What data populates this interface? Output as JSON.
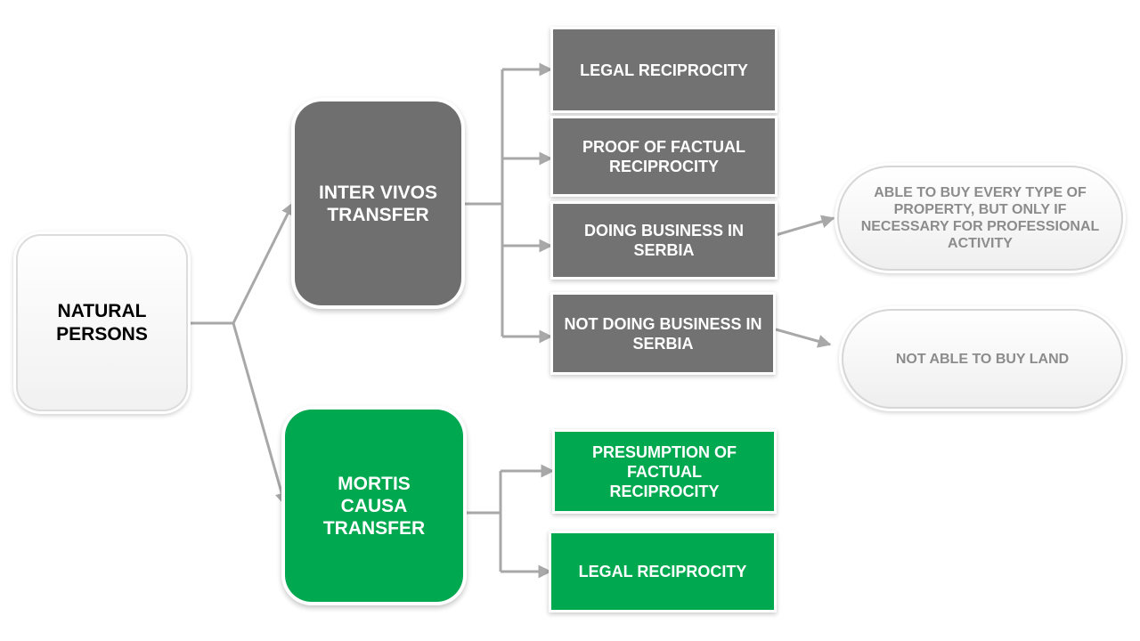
{
  "diagram": {
    "root": {
      "label": "NATURAL PERSONS"
    },
    "inter_vivos": {
      "label": "INTER VIVOS TRANSFER",
      "options": [
        "LEGAL RECIPROCITY",
        "PROOF OF FACTUAL RECIPROCITY",
        "DOING BUSINESS IN SERBIA",
        "NOT DOING BUSINESS IN SERBIA"
      ]
    },
    "mortis_causa": {
      "label": "MORTIS CAUSA TRANSFER",
      "options": [
        "PRESUMPTION OF FACTUAL RECIPROCITY",
        "LEGAL RECIPROCITY"
      ]
    },
    "outcomes": {
      "doing_business": "ABLE TO BUY EVERY TYPE OF PROPERTY, BUT ONLY IF NECESSARY FOR PROFESSIONAL ACTIVITY",
      "not_doing_business": "NOT ABLE TO BUY LAND"
    },
    "colors": {
      "inter_vivos": "#6f6f6f",
      "mortis_causa": "#00a84f",
      "connector": "#a8a8a8",
      "outcome_text": "#8c8c8c"
    }
  }
}
